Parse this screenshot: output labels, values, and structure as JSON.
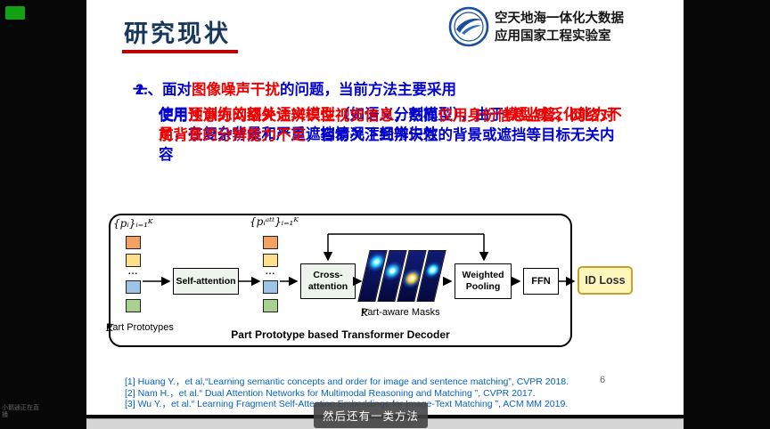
{
  "chrome": {
    "subtitle_toast": "然后还有一类方法",
    "watermark": "小鹅通正在直播"
  },
  "slide": {
    "title": "研究现状",
    "org": {
      "line1": "空天地海一体化大数据",
      "line2": "应用国家工程实验室"
    },
    "page_number": "6",
    "content": {
      "heading": [
        {
          "t": "一、面对",
          "c": "blue"
        },
        {
          "t": "图像噪声干扰",
          "c": "red"
        },
        {
          "t": "的问题，当前方法主要采用",
          "c": "blue"
        }
      ],
      "item1_num": "1.",
      "item1": [
        {
          "t": "使用",
          "c": "blue"
        },
        {
          "t": "预训练的额外语义模型",
          "c": "red"
        },
        {
          "t": "（如语义分割模型），由于",
          "c": "blue"
        },
        {
          "t": "模型域泛化能力不足",
          "c": "red"
        },
        {
          "t": "，在复杂背景和严重遮挡情况下经常失效",
          "c": "blue"
        }
      ],
      "item2_num": "2.",
      "item2": [
        {
          "t": "使用",
          "c": "blue"
        },
        {
          "t": "注意力网络关注辨识性视觉信息",
          "c": "red"
        },
        {
          "t": "，然而",
          "c": "blue"
        },
        {
          "t": "仅用身份信息监督，网络对前背景的分辨能力不足",
          "c": "red"
        },
        {
          "t": "，容易关注到辨识性的背景或遮挡等目标无关内容",
          "c": "blue"
        }
      ]
    },
    "diagram": {
      "proto_label": "{pᵢ}ᵢ₌₁ᴷ",
      "proto_att_label": "{pᵢᵃᵗᵗ}ᵢ₌₁ᴷ",
      "dots": "...",
      "boxes": {
        "self_attention": "Self-attention",
        "cross_line1": "Cross-",
        "cross_line2": "attention",
        "pool_line1": "Weighted",
        "pool_line2": "Pooling",
        "ffn": "FFN",
        "id_loss": "ID Loss"
      },
      "captions": {
        "k1": "K",
        "protos": " Part Prototypes",
        "k2": "K",
        "masks": " Part-aware Masks",
        "decoder": "Part Prototype based Transformer Decoder"
      },
      "square_colors": [
        "#f2a163",
        "#ffe08a",
        "#9dc3e6",
        "#a9d18e"
      ]
    },
    "references": [
      "[1] Huang Y.，et al,“Learning semantic concepts and order for image and sentence matching”, CVPR 2018.",
      "[2] Nam H.，et al.“ Dual Attention Networks for Multimodal Reasoning and Matching ”, CVPR 2017.",
      "[3] Wu Y.，et al.“ Learning Fragment Self-Attention Embeddings for Image-Text Matching ”, ACM MM 2019."
    ],
    "colors": {
      "title_blue": "#17375d",
      "underline_red": "#c00000",
      "body_blue": "#0202cf",
      "body_red": "#ee0000",
      "reference_blue": "#0563c1",
      "id_loss_fill": "#fff6bd"
    }
  }
}
